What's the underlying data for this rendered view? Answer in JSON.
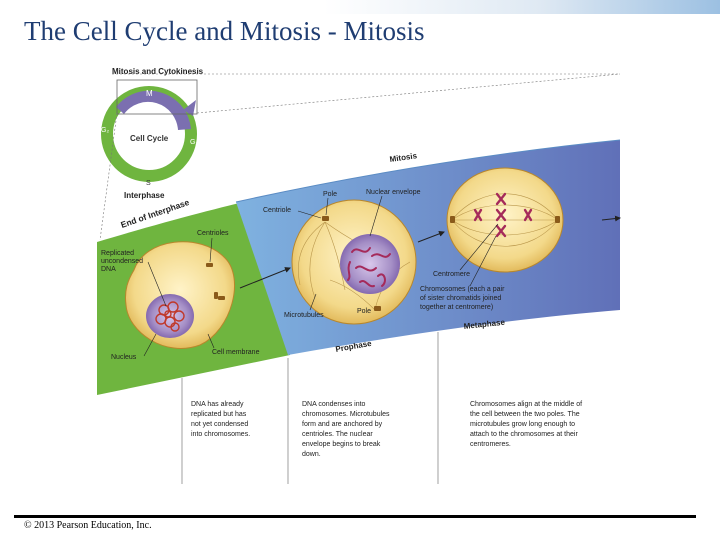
{
  "slide": {
    "title": "The Cell Cycle and Mitosis - Mitosis",
    "footer": "© 2013 Pearson Education, Inc."
  },
  "inset": {
    "header": "Mitosis and Cytokinesis",
    "center": "Cell Cycle",
    "m": "M",
    "g2": "G₂",
    "g1": "G₁",
    "s": "S",
    "interphase": "Interphase"
  },
  "band": {
    "mitosis": "Mitosis",
    "end_of_interphase": "End of Interphase",
    "prophase": "Prophase",
    "metaphase": "Metaphase"
  },
  "labels": {
    "centrioles": "Centrioles",
    "replicated_dna": [
      "Replicated",
      "uncondensed",
      "DNA"
    ],
    "nucleus": "Nucleus",
    "cell_membrane": "Cell membrane",
    "pole_top": "Pole",
    "nuclear_envelope": "Nuclear envelope",
    "centriole": "Centriole",
    "microtubules": "Microtubules",
    "pole_bottom": "Pole",
    "centromere": "Centromere",
    "chromosomes": [
      "Chromosomes (each a pair",
      "of sister chromatids joined",
      "together at centromere)"
    ]
  },
  "descriptions": {
    "interphase": [
      "DNA has already",
      "replicated but has",
      "not yet condensed",
      "into chromosomes."
    ],
    "prophase": [
      "DNA condenses into",
      "chromosomes. Microtubules",
      "form and are anchored by",
      "centrioles. The nuclear",
      "envelope begins to break",
      "down."
    ],
    "metaphase": [
      "Chromosomes align at the middle of",
      "the cell between the two poles. The",
      "microtubules grow long enough to",
      "attach to the chromosomes at their",
      "centromeres."
    ]
  },
  "colors": {
    "title": "#1f3d72",
    "interphase_band": "#6fb53f",
    "mitosis_band": "#6e9fd6",
    "m_phase": "#7b6fb0",
    "cell_body": "#f0cf72",
    "nucleus": "#a58fc6",
    "chromosome": "#c0392b"
  },
  "icons": [
    "arrow-icon"
  ]
}
